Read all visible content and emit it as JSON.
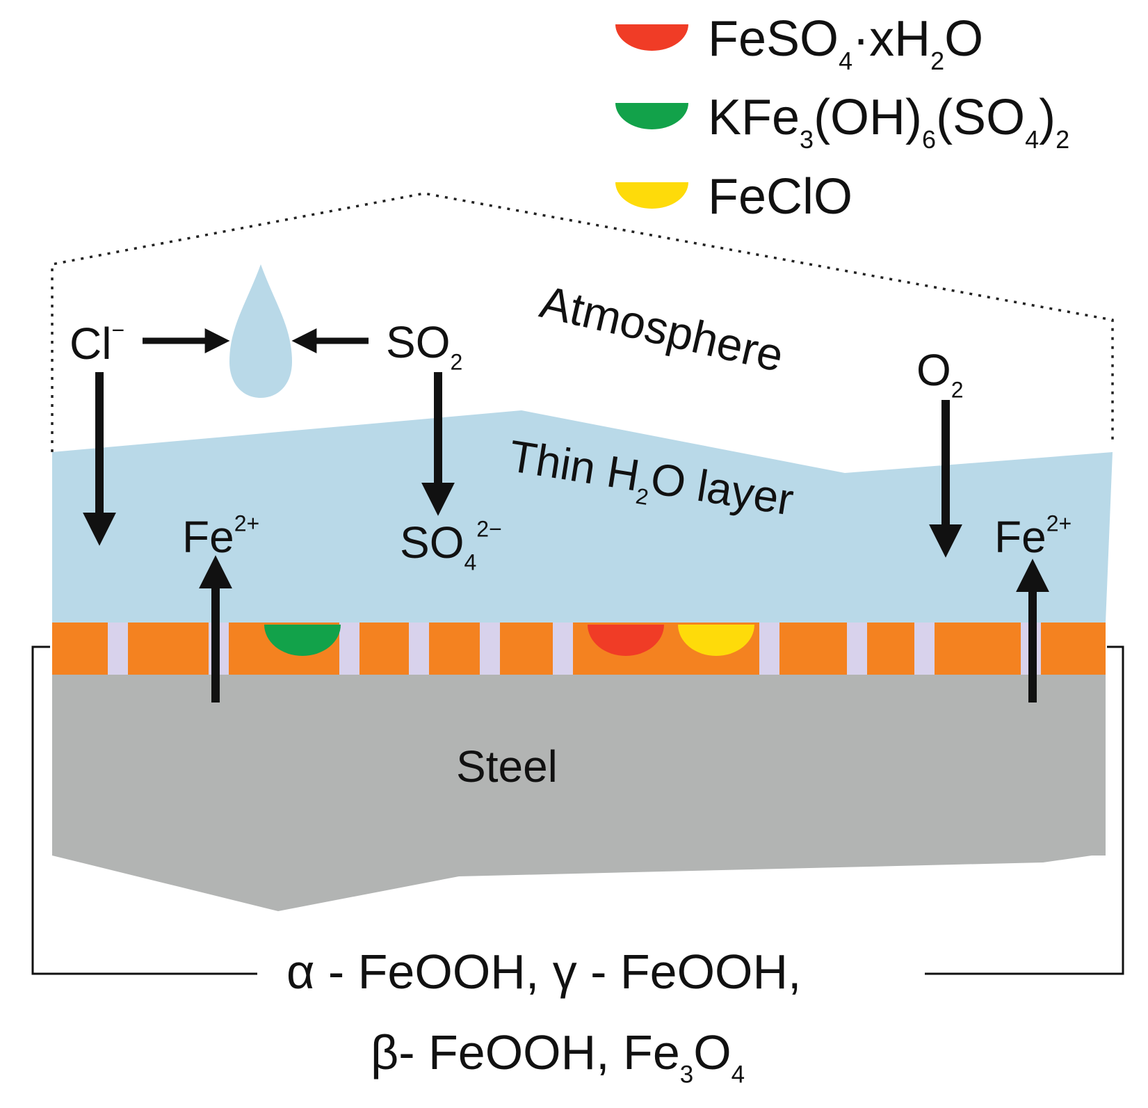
{
  "colors": {
    "water": "#b9d9e8",
    "rust_layer": "#f48220",
    "pore": "#d8d2ec",
    "steel": "#b2b4b3",
    "fe_so4_marker": "#f03c26",
    "jarosite_marker": "#12a24a",
    "feclo_marker": "#fedb0a"
  },
  "legend": [
    {
      "icon": "red-half-disc-icon",
      "color": "#f03c26",
      "parts": [
        {
          "t": "FeSO"
        },
        {
          "t": "4",
          "sub": true
        },
        {
          "t": "·xH"
        },
        {
          "t": "2",
          "sub": true
        },
        {
          "t": "O"
        }
      ]
    },
    {
      "icon": "green-half-disc-icon",
      "color": "#12a24a",
      "parts": [
        {
          "t": "KFe"
        },
        {
          "t": "3",
          "sub": true
        },
        {
          "t": "(OH)"
        },
        {
          "t": "6",
          "sub": true
        },
        {
          "t": "(SO"
        },
        {
          "t": "4",
          "sub": true
        },
        {
          "t": ")"
        },
        {
          "t": "2",
          "sub": true
        }
      ]
    },
    {
      "icon": "yellow-half-disc-icon",
      "color": "#fedb0a",
      "parts": [
        {
          "t": "FeClO"
        }
      ]
    }
  ],
  "regions": {
    "atmosphere": "Atmosphere",
    "water_layer": {
      "parts": [
        {
          "t": "Thin H"
        },
        {
          "t": "2",
          "sub": true
        },
        {
          "t": "O layer"
        }
      ]
    },
    "steel": "Steel"
  },
  "species": {
    "chloride": {
      "parts": [
        {
          "t": "Cl"
        },
        {
          "t": "−",
          "sup": true
        }
      ]
    },
    "sulfur_dioxide": {
      "parts": [
        {
          "t": "SO"
        },
        {
          "t": "2",
          "sub": true
        }
      ]
    },
    "oxygen": {
      "parts": [
        {
          "t": "O"
        },
        {
          "t": "2",
          "sub": true
        }
      ]
    },
    "iron_ion_left": {
      "parts": [
        {
          "t": "Fe"
        },
        {
          "t": "2+",
          "sup": true
        }
      ]
    },
    "iron_ion_right": {
      "parts": [
        {
          "t": "Fe"
        },
        {
          "t": "2+",
          "sup": true
        }
      ]
    },
    "sulfate": {
      "parts": [
        {
          "t": "SO"
        },
        {
          "t": "4",
          "sub": true
        },
        {
          "t": "2−",
          "sup": true
        }
      ]
    }
  },
  "products": {
    "line1": "α - FeOOH, γ - FeOOH,",
    "line2": {
      "parts": [
        {
          "t": "β- FeOOH, Fe"
        },
        {
          "t": "3",
          "sub": true
        },
        {
          "t": "O"
        },
        {
          "t": "4",
          "sub": true
        }
      ]
    }
  }
}
